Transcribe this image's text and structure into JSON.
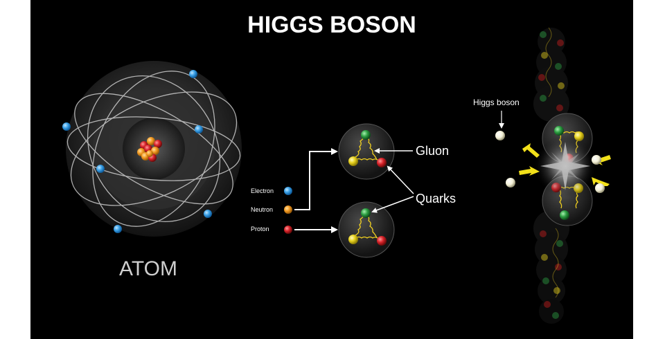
{
  "title": "HIGGS BOSON",
  "atom_label": "ATOM",
  "legend": {
    "electron": "Electron",
    "neutron": "Neutron",
    "proton": "Proton"
  },
  "labels": {
    "gluon": "Gluon",
    "quarks": "Quarks",
    "higgs": "Higgs boson"
  },
  "colors": {
    "background": "#000000",
    "electron": "#3aa0e6",
    "neutron": "#f39a22",
    "proton": "#d8232a",
    "quark_green": "#2ea043",
    "quark_yellow": "#e8d21f",
    "quark_red": "#c81e1e",
    "gluon": "#f0d020",
    "arrow_yellow": "#f2e01a",
    "higgs_particle": "#f2efd6"
  }
}
